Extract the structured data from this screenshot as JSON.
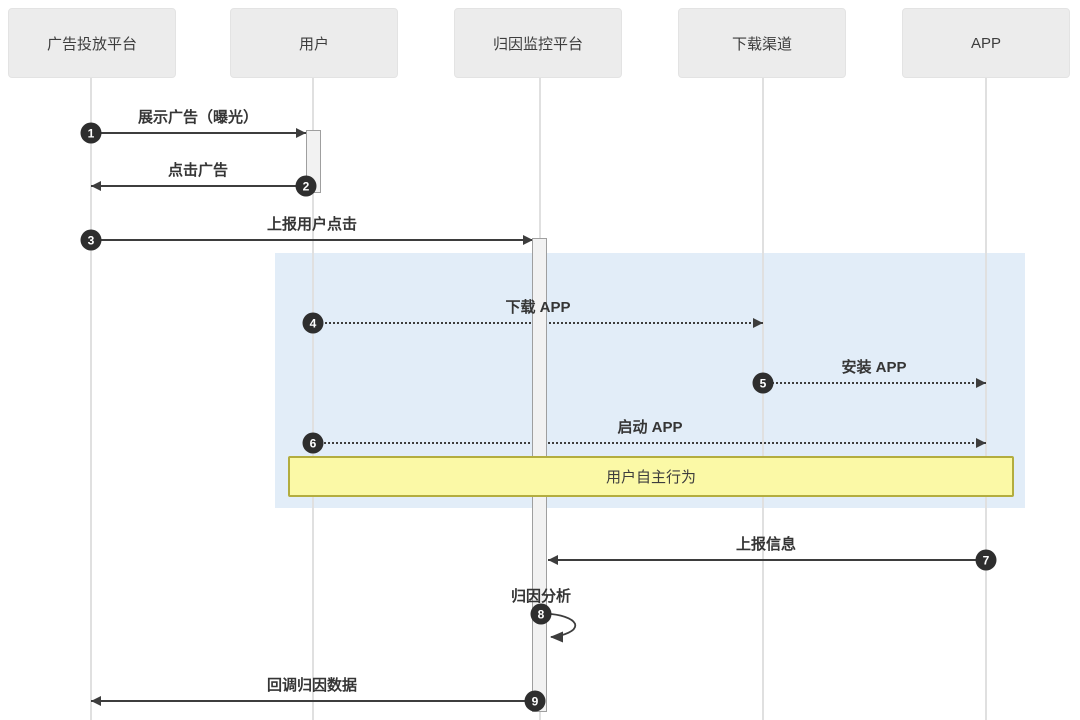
{
  "diagram": {
    "type": "sequence-diagram",
    "actors": [
      {
        "id": "ad-platform",
        "label": "广告投放平台"
      },
      {
        "id": "user",
        "label": "用户"
      },
      {
        "id": "attribution-platform",
        "label": "归因监控平台"
      },
      {
        "id": "download-channel",
        "label": "下载渠道"
      },
      {
        "id": "app",
        "label": "APP"
      }
    ],
    "messages": [
      {
        "num": "1",
        "label": "展示广告（曝光）",
        "from": "ad-platform",
        "to": "user",
        "style": "solid"
      },
      {
        "num": "2",
        "label": "点击广告",
        "from": "user",
        "to": "ad-platform",
        "style": "solid"
      },
      {
        "num": "3",
        "label": "上报用户点击",
        "from": "ad-platform",
        "to": "attribution-platform",
        "style": "solid"
      },
      {
        "num": "4",
        "label": "下载 APP",
        "from": "user",
        "to": "download-channel",
        "style": "dotted"
      },
      {
        "num": "5",
        "label": "安装 APP",
        "from": "download-channel",
        "to": "app",
        "style": "dotted"
      },
      {
        "num": "6",
        "label": "启动 APP",
        "from": "user",
        "to": "app",
        "style": "dotted"
      },
      {
        "num": "7",
        "label": "上报信息",
        "from": "app",
        "to": "attribution-platform",
        "style": "solid"
      },
      {
        "num": "8",
        "label": "归因分析",
        "from": "attribution-platform",
        "to": "attribution-platform",
        "style": "self-loop"
      },
      {
        "num": "9",
        "label": "回调归因数据",
        "from": "attribution-platform",
        "to": "ad-platform",
        "style": "solid"
      }
    ],
    "note": {
      "label": "用户自主行为"
    },
    "colors": {
      "background": "#ffffff",
      "actor_fill": "#ececec",
      "actor_text": "#3d3d3d",
      "lifeline": "#e0e0e0",
      "arrow": "#3d3d3d",
      "highlight_region_fill": "#e2edf8",
      "note_fill": "#fbf9a6",
      "note_border": "#b3ad3f",
      "activation_fill": "#f2f2f2",
      "activation_border": "#9f9f9f",
      "badge_fill": "#2e2e2e",
      "badge_text": "#ffffff"
    }
  }
}
